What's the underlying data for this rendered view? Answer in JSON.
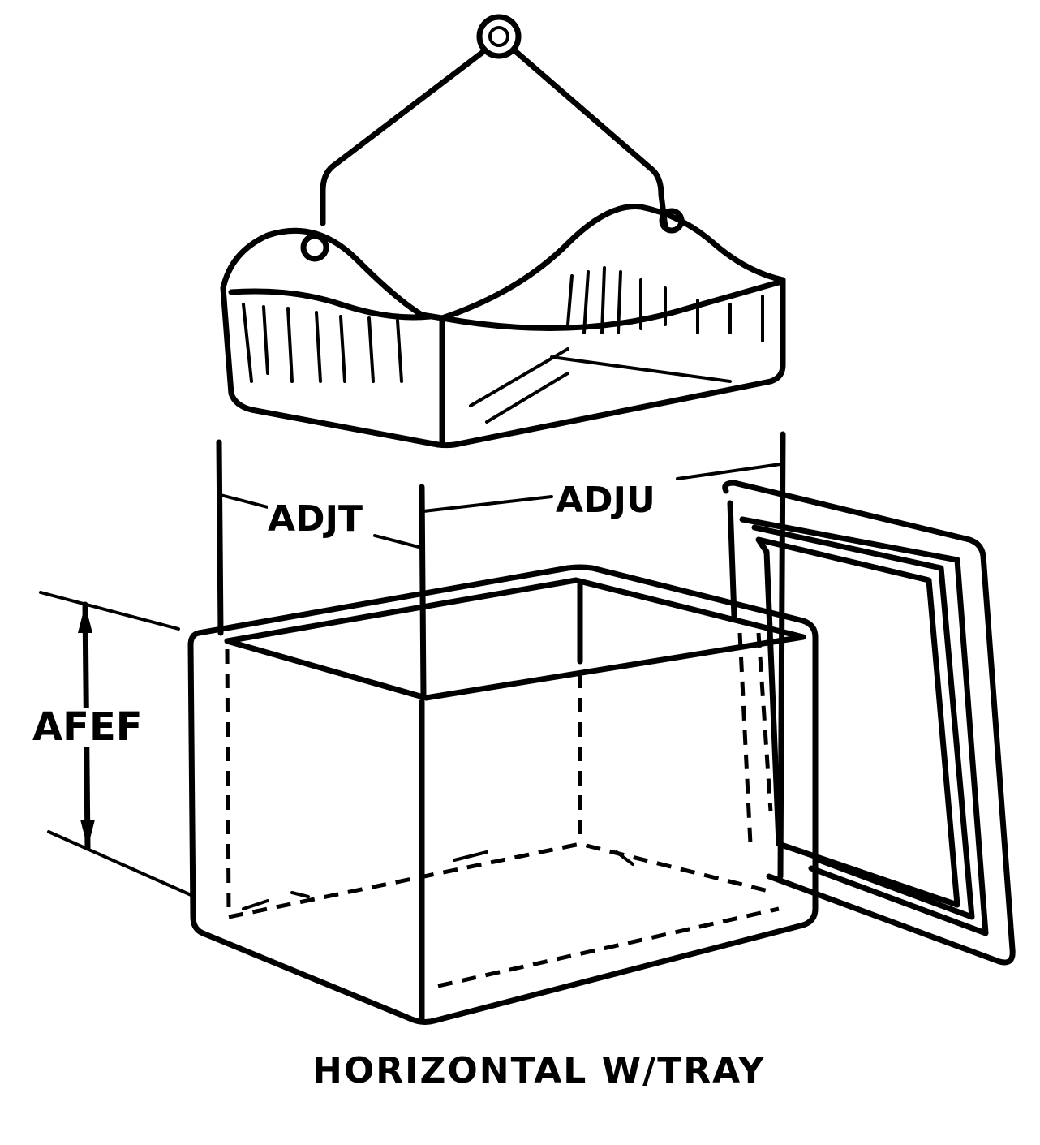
{
  "diagram": {
    "caption": "HORIZONTAL W/TRAY",
    "labels": {
      "tray_width": "ADJT",
      "tray_length": "ADJU",
      "box_height": "AFEF"
    },
    "colors": {
      "ink": "#000000",
      "background": "#ffffff"
    }
  }
}
